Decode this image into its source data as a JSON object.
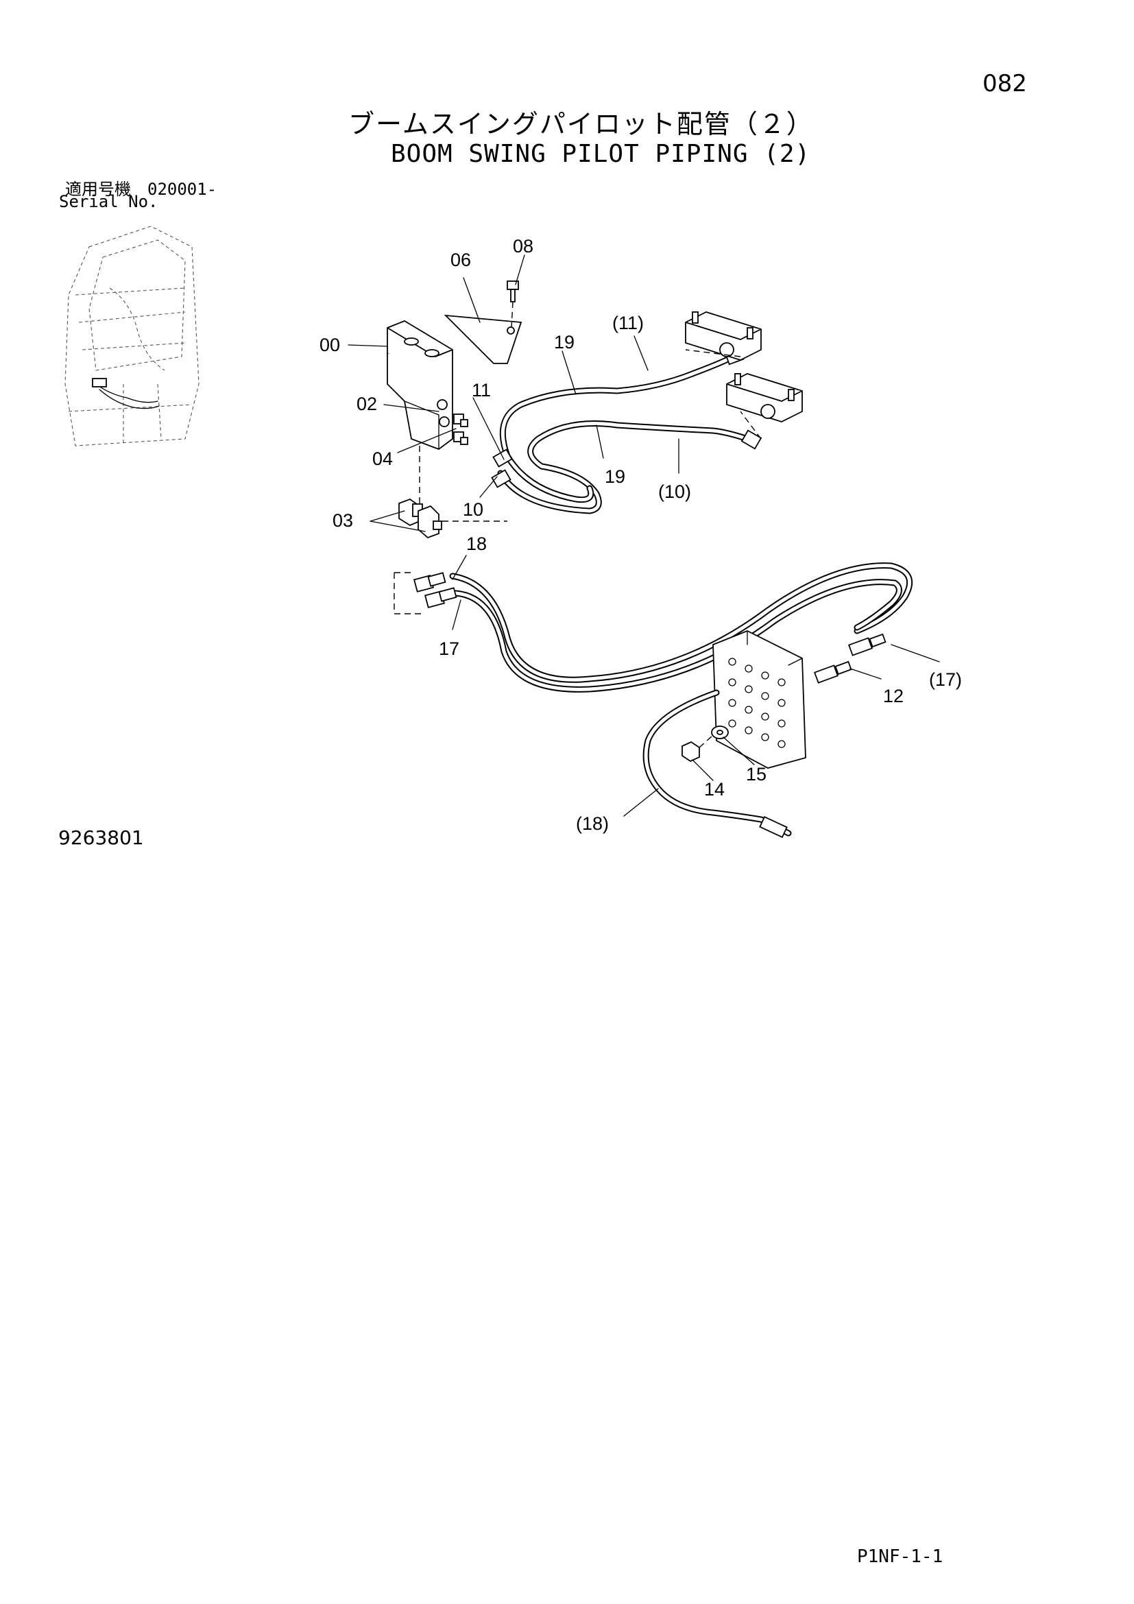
{
  "header": {
    "page_number": "082",
    "title_jp": "ブームスイングパイロット配管（２）",
    "title_en": "BOOM SWING PILOT PIPING (2)",
    "serial_label_jp": "適用号機　020001-",
    "serial_label_en": "Serial No."
  },
  "footer": {
    "drawing_number": "9263801",
    "sheet_code": "P1NF-1-1"
  },
  "callouts": [
    {
      "id": "00",
      "label": "00"
    },
    {
      "id": "02",
      "label": "02"
    },
    {
      "id": "03",
      "label": "03"
    },
    {
      "id": "04",
      "label": "04"
    },
    {
      "id": "06",
      "label": "06"
    },
    {
      "id": "08",
      "label": "08"
    },
    {
      "id": "10",
      "label": "10"
    },
    {
      "id": "10b",
      "label": "(10)"
    },
    {
      "id": "11",
      "label": "11"
    },
    {
      "id": "11b",
      "label": "(11)"
    },
    {
      "id": "12",
      "label": "12"
    },
    {
      "id": "14",
      "label": "14"
    },
    {
      "id": "15",
      "label": "15"
    },
    {
      "id": "17",
      "label": "17"
    },
    {
      "id": "17b",
      "label": "(17)"
    },
    {
      "id": "18",
      "label": "18"
    },
    {
      "id": "18b",
      "label": "(18)"
    },
    {
      "id": "19a",
      "label": "19"
    },
    {
      "id": "19b",
      "label": "19"
    }
  ]
}
